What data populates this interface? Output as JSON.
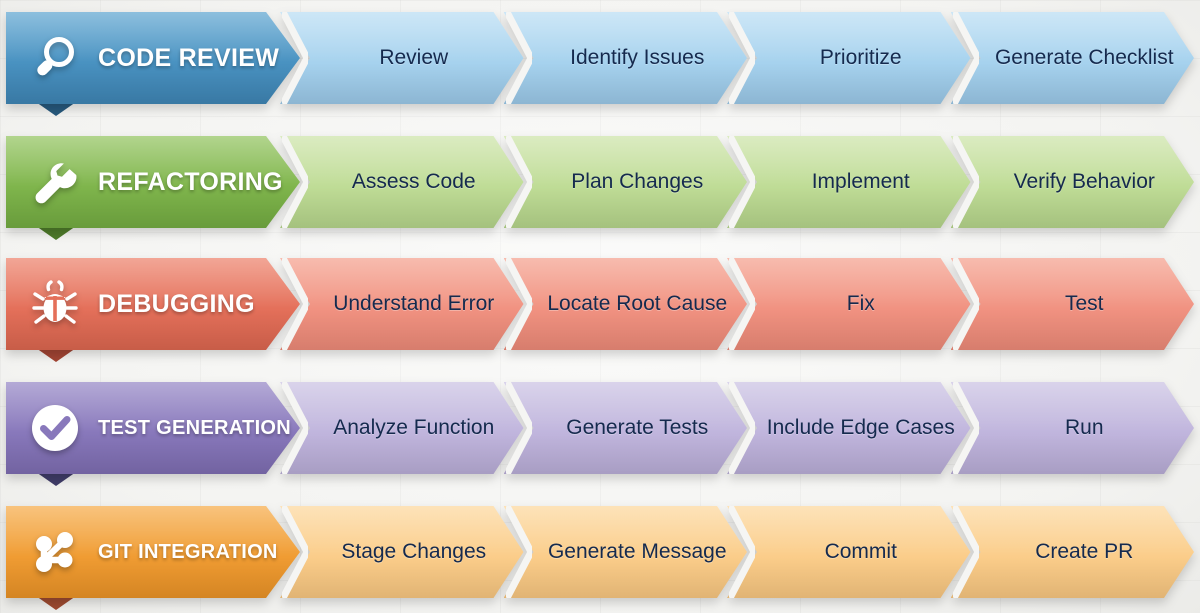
{
  "meta": {
    "title": "Developer Workflow Process Ribbons",
    "background_color": "#f6f6f4"
  },
  "rows": [
    {
      "id": "code-review",
      "icon": "magnifier-icon",
      "label": "CODE REVIEW",
      "color_head": "#4a93c2",
      "color_step": "#a6d2ee",
      "steps": [
        "Review",
        "Identify Issues",
        "Prioritize",
        "Generate Checklist"
      ]
    },
    {
      "id": "refactoring",
      "icon": "wrench-icon",
      "label": "REFACTORING",
      "color_head": "#7fb54c",
      "color_step": "#bfdc96",
      "steps": [
        "Assess Code",
        "Plan Changes",
        "Implement",
        "Verify Behavior"
      ]
    },
    {
      "id": "debugging",
      "icon": "bug-icon",
      "label": "DEBUGGING",
      "color_head": "#e4705a",
      "color_step": "#f19281",
      "steps": [
        "Understand Error",
        "Locate Root Cause",
        "Fix",
        "Test"
      ]
    },
    {
      "id": "test-generation",
      "icon": "check-circle-icon",
      "label": "TEST GENERATION",
      "color_head": "#8878bb",
      "color_step": "#c0b5dd",
      "steps": [
        "Analyze Function",
        "Generate Tests",
        "Include Edge Cases",
        "Run"
      ]
    },
    {
      "id": "git-integration",
      "icon": "git-branch-icon",
      "label": "GIT INTEGRATION",
      "color_head": "#f09c33",
      "color_step": "#fbcd8a",
      "steps": [
        "Stage Changes",
        "Generate Message",
        "Commit",
        "Create PR"
      ]
    }
  ]
}
